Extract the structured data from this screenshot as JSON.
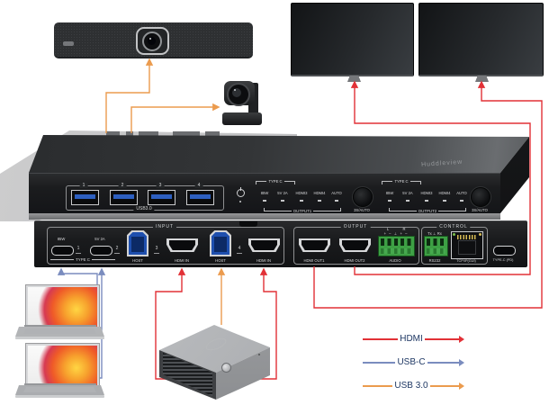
{
  "colors": {
    "hdmi_red": "#e23137",
    "usbc_blue": "#7a8cbe",
    "usb3_orange": "#eb9b4e",
    "legend_text": "#1f3864"
  },
  "brand": "Huddleview",
  "front_panel": {
    "usb_section": {
      "numbers": [
        "1",
        "2",
        "3",
        "4"
      ],
      "label": "USB3.0"
    },
    "output1": {
      "typec": "TYPE C",
      "c1": "85W",
      "c2": "5V 2A",
      "c3": "HDMI3",
      "c4": "HDMI4",
      "c5": "AUTO",
      "name": "OUTPUT1",
      "button": "3S/AUTO"
    },
    "output2": {
      "typec": "TYPE C",
      "c1": "85W",
      "c2": "5V 2A",
      "c3": "HDMI3",
      "c4": "HDMI4",
      "c5": "AUTO",
      "name": "OUTPUT2",
      "button": "3S/AUTO"
    }
  },
  "rear_panel": {
    "input": {
      "label": "INPUT",
      "typec": "TYPE C",
      "p85w": "85W",
      "p5v2a": "5V 2A",
      "n1": "1",
      "n2": "2",
      "n3": "3",
      "n4": "4",
      "host": "HOST",
      "hdmi_in": "HDMI IN"
    },
    "output": {
      "label": "OUTPUT",
      "hdmi_out1": "HDMI OUT1",
      "hdmi_out2": "HDMI OUT2",
      "audio": "AUDIO",
      "audio_l": "L",
      "audio_r": "R",
      "audio_signs": "+ – ⊥ + –"
    },
    "control": {
      "label": "CONTROL",
      "rs232": "RS232",
      "rs232_pins": "Tx ⊥ Rx",
      "lan": "TCP/IP(GUI)",
      "typec_pd": "TYPE-C (PD)"
    }
  },
  "legend": [
    {
      "label": "HDMI"
    },
    {
      "label": "USB-C"
    },
    {
      "label": "USB 3.0"
    }
  ]
}
